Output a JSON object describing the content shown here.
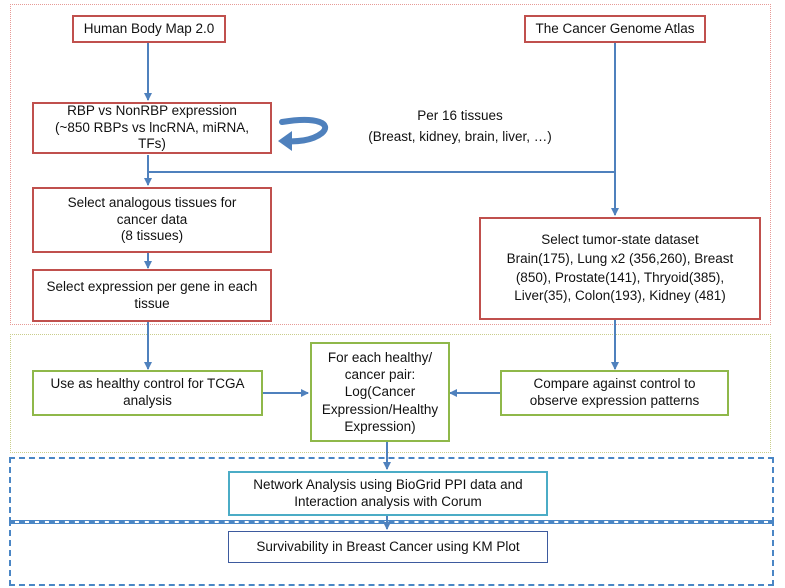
{
  "boxes": {
    "human_body_map": "Human Body Map 2.0",
    "tcga": "The Cancer Genome Atlas",
    "rbp_expression": "RBP vs NonRBP expression\n(~850 RBPs vs lncRNA, miRNA, TFs)",
    "select_analogous": "Select analogous tissues for\ncancer data\n(8 tissues)",
    "select_expression": "Select expression per gene in each\ntissue",
    "select_tumor": "Select tumor-state dataset\nBrain(175), Lung x2 (356,260), Breast\n(850), Prostate(141), Thryoid(385),\nLiver(35), Colon(193), Kidney (481)",
    "healthy_control": "Use as healthy control for TCGA\nanalysis",
    "log_ratio": "For each healthy/\ncancer pair:\nLog(Cancer\nExpression/Healthy\nExpression)",
    "compare_control": "Compare against control to\nobserve expression patterns",
    "network_analysis": "Network Analysis using BioGrid PPI data and\nInteraction analysis with Corum",
    "survivability": "Survivability in Breast Cancer using KM Plot"
  },
  "annotation": "Per 16 tissues\n(Breast, kidney, brain, liver, …)",
  "colors": {
    "red_border": "#c0504d",
    "green_border": "#8fb84a",
    "teal_border": "#4bacc6",
    "navy_border": "#3d5a9e",
    "arrow": "#4f81bd"
  }
}
